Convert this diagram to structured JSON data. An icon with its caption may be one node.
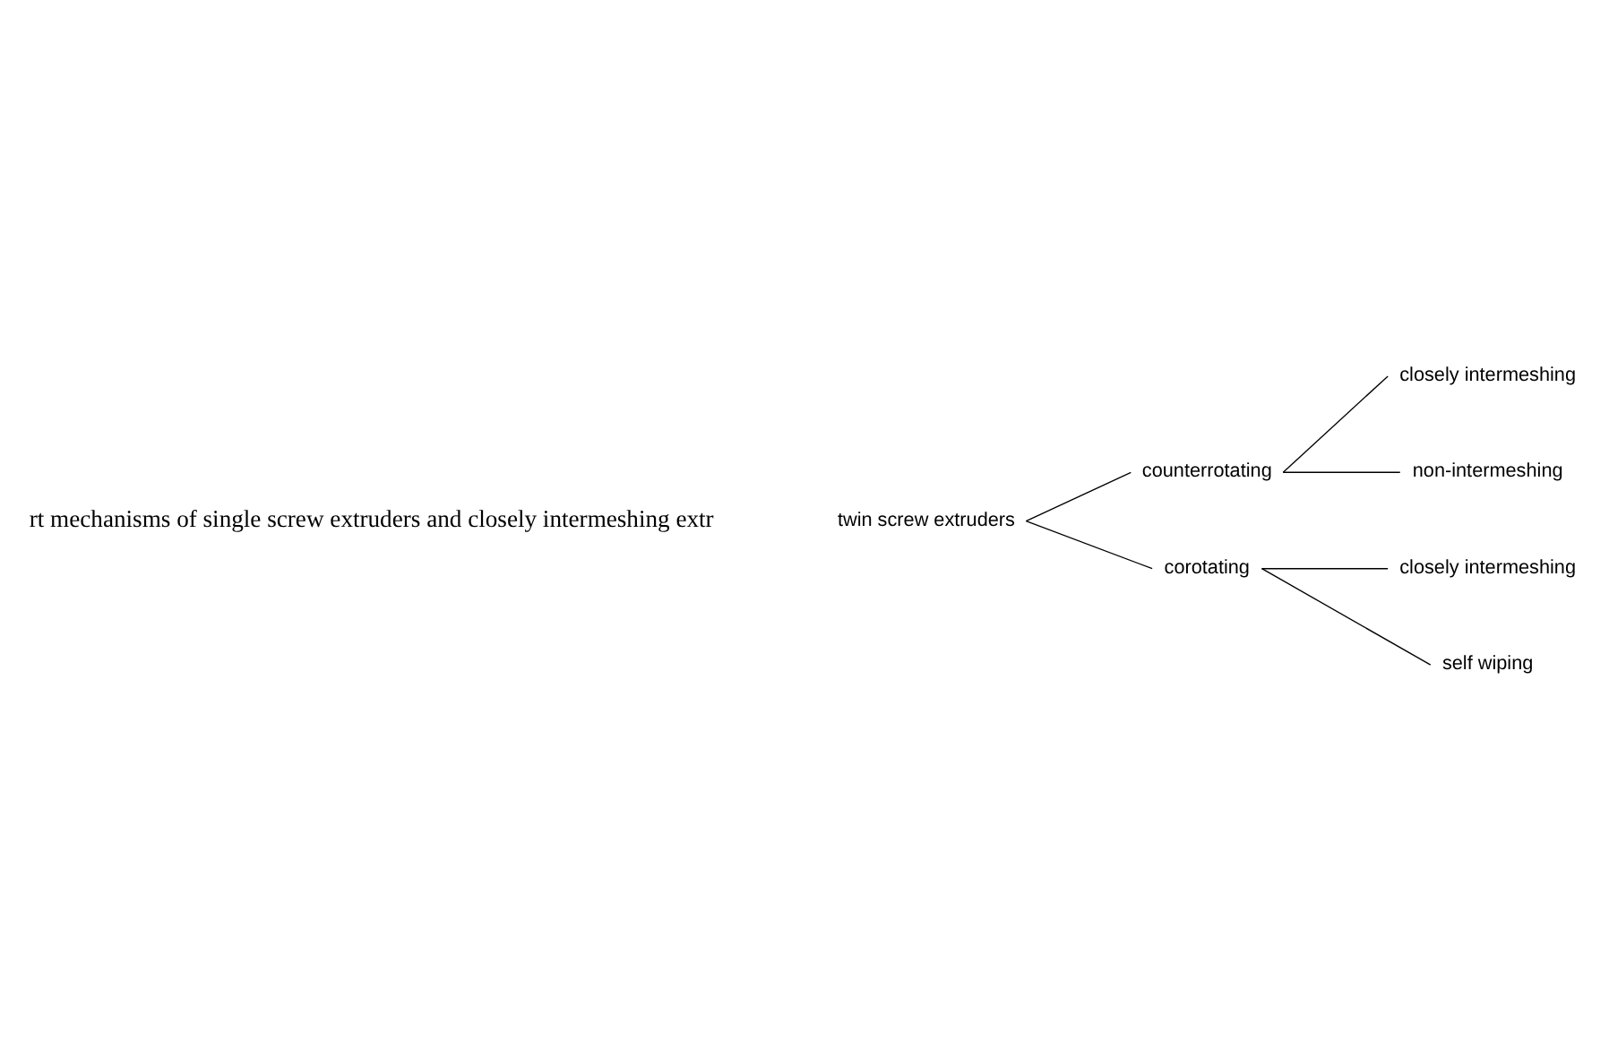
{
  "diagram": {
    "nodes": [
      {
        "text": [
          "twin screw extruders"
        ]
      },
      {
        "text": [
          "counterrotating"
        ]
      },
      {
        "text": [
          "closely intermeshing"
        ]
      },
      {
        "text": [
          "non-intermeshing"
        ]
      },
      {
        "text": [
          "corotating"
        ]
      },
      {
        "text": [
          "closely intermeshing"
        ]
      },
      {
        "text": [
          "self wiping"
        ]
      }
    ],
    "edges": [
      {
        "from": 0,
        "to": 1,
        "arrow": "none"
      },
      {
        "from": 0,
        "to": 4,
        "arrow": "none"
      },
      {
        "from": 1,
        "to": 2,
        "arrow": "none"
      },
      {
        "from": 1,
        "to": 3,
        "arrow": "none"
      },
      {
        "from": 4,
        "to": 5,
        "arrow": "none"
      },
      {
        "from": 4,
        "to": 6,
        "arrow": "none"
      }
    ],
    "labels": [
      "rt mechanisms of single screw extruders and closely intermeshing extr"
    ]
  }
}
